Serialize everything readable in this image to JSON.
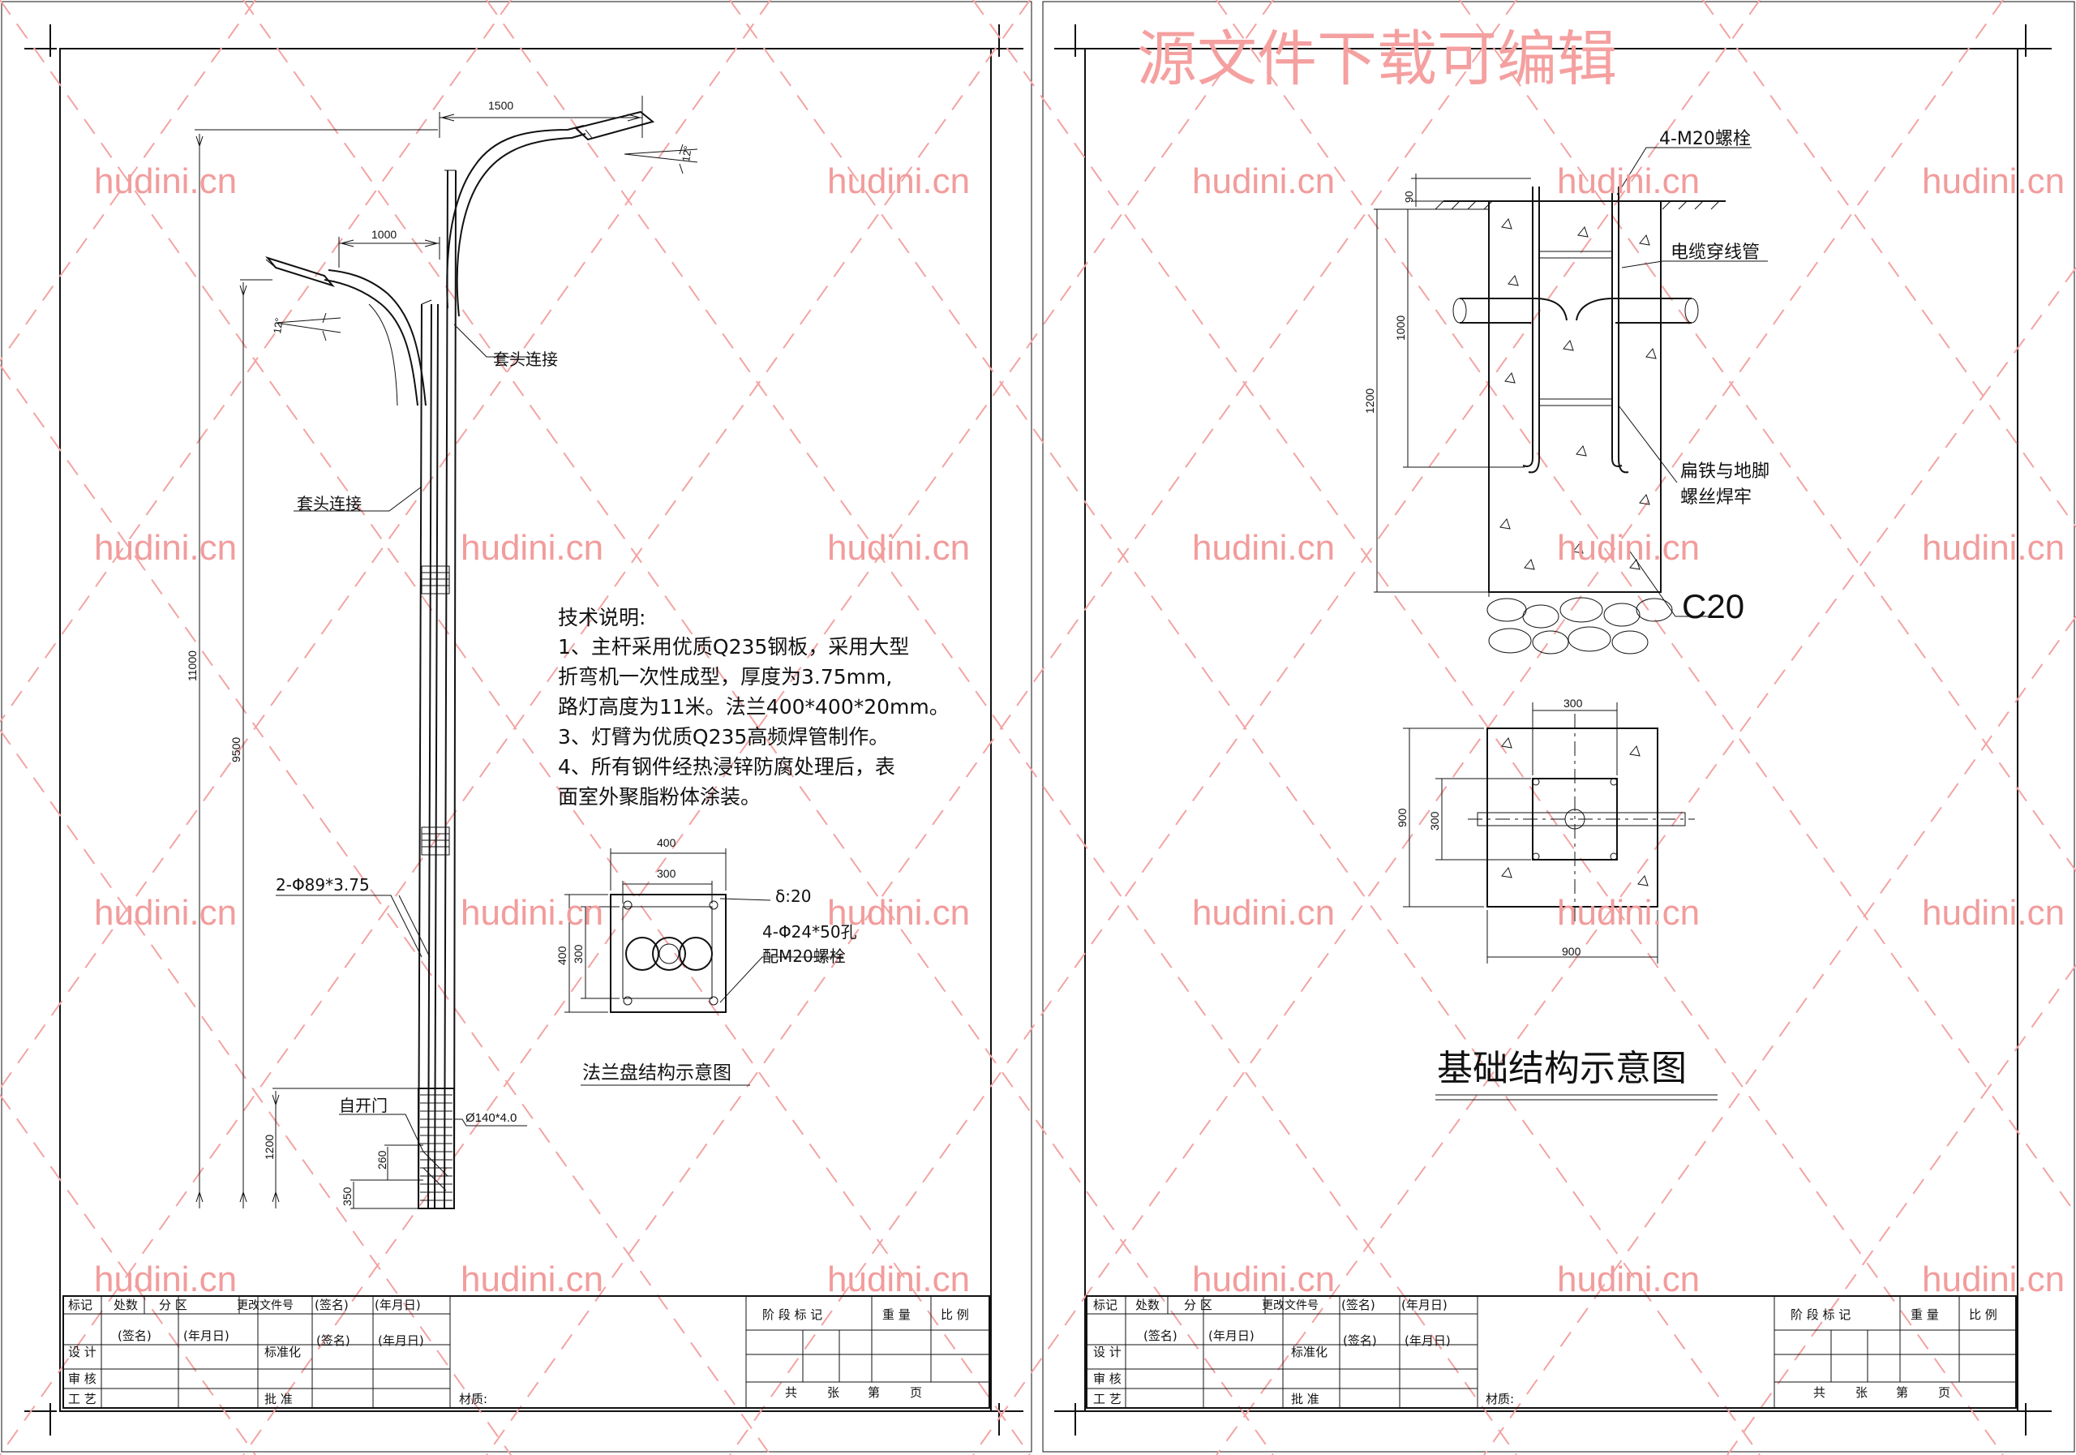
{
  "watermark": {
    "site_text": "hudini.cn",
    "banner_text": "源文件下载可编辑"
  },
  "pole_drawing": {
    "dims": {
      "arm_upper": "1500",
      "arm_lower": "1000",
      "angle_upper": "12°",
      "angle_lower": "12°",
      "total_height": "11000",
      "light_height": "9500",
      "door_level": "1200",
      "door_height": "260",
      "door_base": "350"
    },
    "labels": {
      "socket_joint_top": "套头连接",
      "socket_joint_mid": "套头连接",
      "pipe_spec": "2-Φ89*3.75",
      "self_open_door": "自开门",
      "base_pipe": "Ø140*4.0"
    }
  },
  "tech_notes": {
    "title": "技术说明:",
    "lines": [
      "1、主杆采用优质Q235钢板，采用大型",
      "折弯机一次性成型，厚度为3.75mm,",
      "路灯高度为11米。法兰400*400*20mm。",
      "3、灯臂为优质Q235高频焊管制作。",
      "4、所有钢件经热浸锌防腐处理后，表",
      "面室外聚脂粉体涂装。"
    ]
  },
  "flange_drawing": {
    "dims": {
      "outer_w": "400",
      "inner_w": "300",
      "outer_h": "400",
      "inner_h": "300"
    },
    "labels": {
      "thickness": "δ:20",
      "holes": "4-Φ24*50孔",
      "bolts": "配M20螺栓"
    },
    "title": "法兰盘结构示意图"
  },
  "foundation_section": {
    "dims": {
      "top": "90",
      "mid": "1000",
      "total": "1200"
    },
    "labels": {
      "bolts": "4-M20螺栓",
      "cable_pipe": "电缆穿线管",
      "weld_note_1": "扁铁与地脚",
      "weld_note_2": "螺丝焊牢",
      "concrete": "C20"
    }
  },
  "foundation_plan": {
    "dims": {
      "top": "300",
      "left": "900",
      "inner": "300",
      "bottom": "900"
    },
    "title": "基础结构示意图"
  },
  "title_block": {
    "row1": [
      "标记",
      "处数",
      "分 区",
      "更改文件号",
      "(签名)",
      "(年月日)"
    ],
    "right_header": [
      "阶 段 标 记",
      "重 量",
      "比 例"
    ],
    "design": "设 计",
    "sign": "(签名)",
    "date": "(年月日)",
    "standard": "标准化",
    "review": "审 核",
    "process": "工 艺",
    "approve": "批 准",
    "material": "材质:",
    "sheets": [
      "共",
      "张",
      "第",
      "页"
    ]
  }
}
